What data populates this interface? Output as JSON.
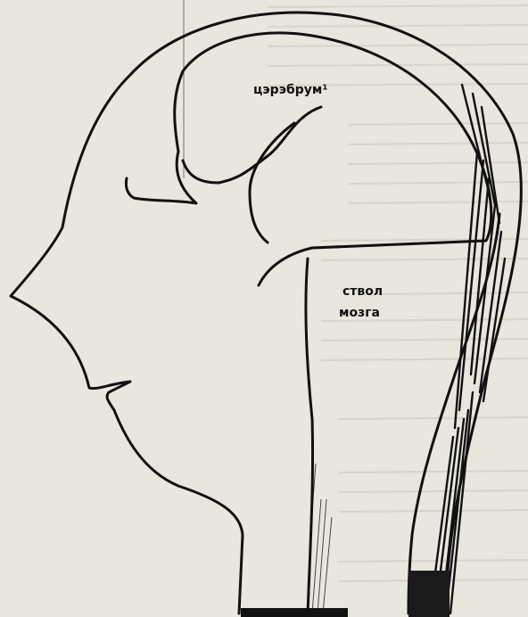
{
  "labels": {
    "cerebrum": "цэрэбрум¹",
    "brain_stem_line1": "ствол",
    "brain_stem_line2": "мозга"
  },
  "colors": {
    "paper": "#e9e6e0",
    "ink": "#111111",
    "bleed_text": "#c9c5bd"
  }
}
